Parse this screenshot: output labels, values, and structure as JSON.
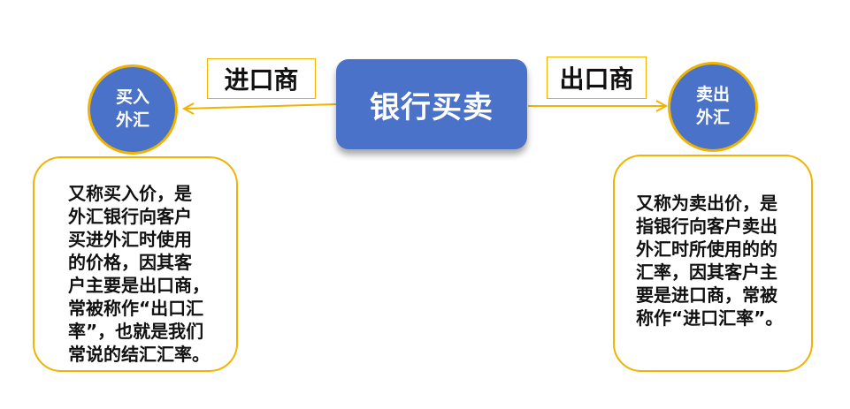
{
  "center": {
    "label": "银行买卖"
  },
  "left_node": {
    "lines": [
      "买入",
      "外汇"
    ]
  },
  "right_node": {
    "lines": [
      "卖出",
      "外汇"
    ]
  },
  "left_edge_label": "进口商",
  "right_edge_label": "出口商",
  "left_description": {
    "lines": [
      "又称买入价，是",
      "外汇银行向客户",
      "买进外汇时使用",
      "的价格，因其客",
      "户主要是出口商，",
      "常被称作“出口汇",
      "率”，也就是我们",
      "常说的结汇汇率。"
    ]
  },
  "right_description": {
    "lines": [
      "又称为卖出价，是",
      "指银行向客户卖出",
      "外汇时所使用的的",
      "汇率，因其客户主",
      "要是进口商，常被",
      "称作“进口汇率”。"
    ]
  },
  "colors": {
    "node_fill": "#4a72c8",
    "accent": "#f0b400",
    "text": "#111111"
  }
}
